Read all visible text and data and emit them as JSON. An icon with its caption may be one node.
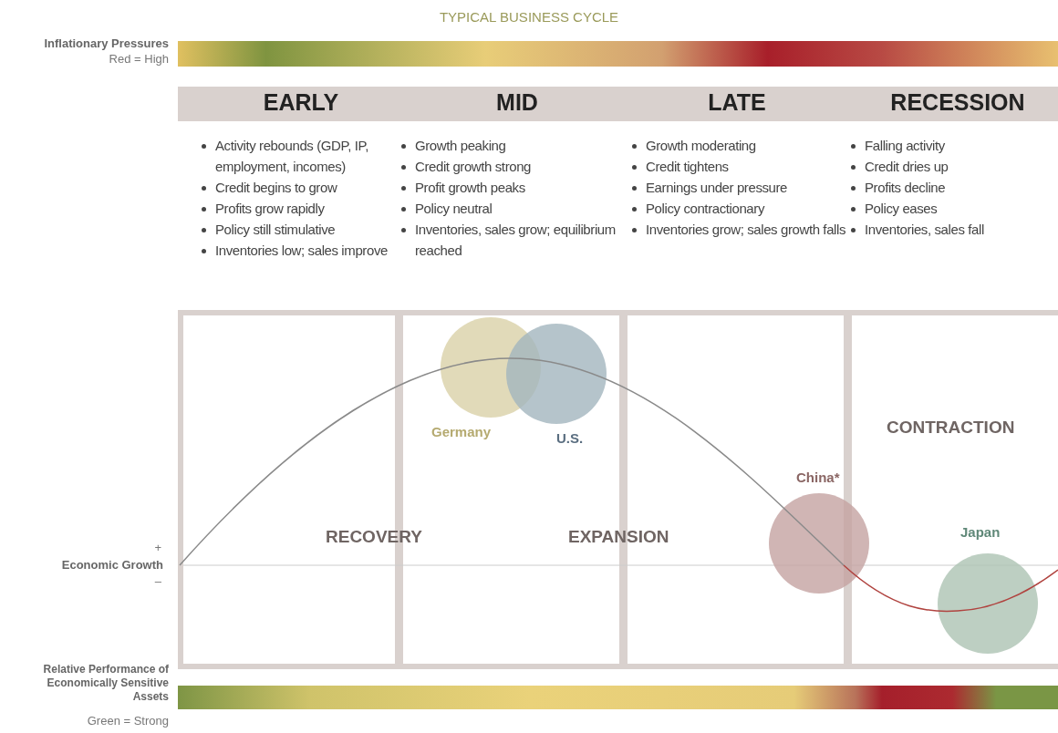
{
  "diagram": {
    "title": "TYPICAL BUSINESS CYCLE",
    "nodes": [
      {
        "text": [
          "EARLY",
          "Activity rebounds (GDP, IP, employment, incomes)",
          "Credit begins to grow",
          "Profits grow rapidly",
          "Policy still stimulative",
          "Inventories low; sales improve"
        ]
      },
      {
        "text": [
          "MID",
          "Growth peaking",
          "Credit growth strong",
          "Profit growth peaks",
          "Policy neutral",
          "Inventories, sales grow; equilibrium reached"
        ]
      },
      {
        "text": [
          "LATE",
          "Growth moderating",
          "Credit tightens",
          "Earnings under pressure",
          "Policy contractionary",
          "Inventories grow; sales growth falls"
        ]
      },
      {
        "text": [
          "RECESSION",
          "Falling activity",
          "Credit dries up",
          "Profits decline",
          "Policy eases",
          "Inventories, sales fall"
        ]
      },
      {
        "text": [
          "Germany"
        ]
      },
      {
        "text": [
          "U.S."
        ]
      },
      {
        "text": [
          "China*"
        ]
      },
      {
        "text": [
          "Japan"
        ]
      },
      {
        "text": [],
        "shape": "bar"
      },
      {
        "text": [],
        "shape": "bar"
      }
    ],
    "labels": [
      "Inflationary Pressures",
      "Red = High",
      "RECOVERY",
      "EXPANSION",
      "CONTRACTION",
      "+",
      "Economic Growth",
      "–",
      "Relative Performance of Economically Sensitive Assets",
      "Green = Strong"
    ]
  }
}
